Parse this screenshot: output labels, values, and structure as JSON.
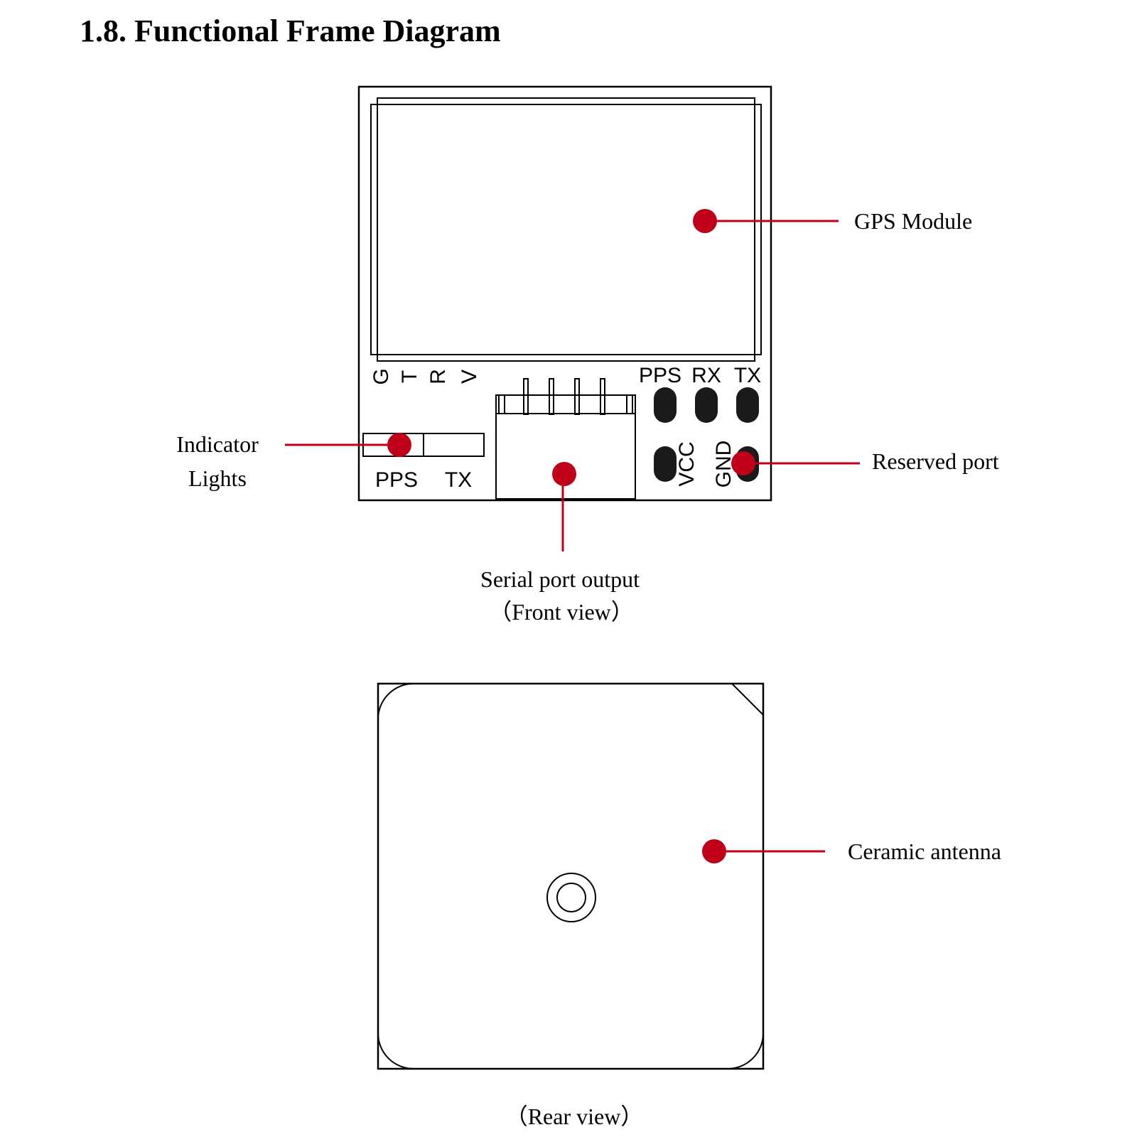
{
  "title": "1.8. Functional Frame Diagram",
  "front": {
    "silkscreen": {
      "connector_pins": [
        "G",
        "T",
        "R",
        "V"
      ],
      "top_pads": [
        "PPS",
        "RX",
        "TX"
      ],
      "bottom_pads": [
        "VCC",
        "GND"
      ],
      "led_labels": [
        "PPS",
        "TX"
      ]
    },
    "callouts": {
      "gps_module": "GPS Module",
      "indicator_line1": "Indicator",
      "indicator_line2": "Lights",
      "reserved_port": "Reserved port",
      "serial_port": "Serial port output"
    },
    "caption": "（Front view）"
  },
  "rear": {
    "callouts": {
      "ceramic_antenna": "Ceramic antenna"
    },
    "caption": "（Rear view）"
  },
  "colors": {
    "callout": "#c00018",
    "line": "#000000"
  }
}
